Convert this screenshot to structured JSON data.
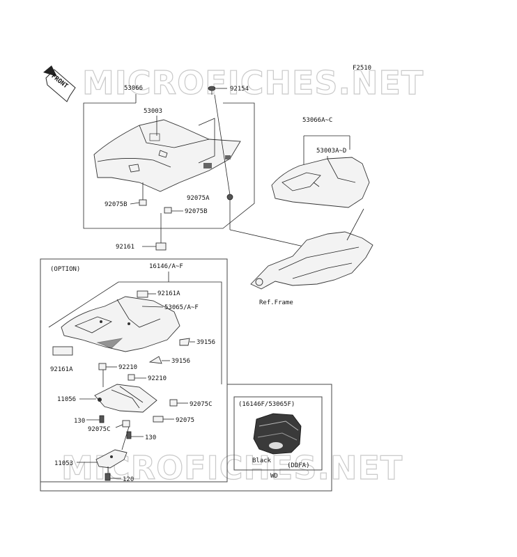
{
  "figure_code": "F2510",
  "watermark": "MICROFICHES.NET",
  "front_arrow": "FRONT",
  "option_label": "(OPTION)",
  "ref_frame": "Ref.Frame",
  "variant_box": {
    "title": "(16146F/53065F)",
    "color": "Black",
    "code": "(DDFA)",
    "region": "WD"
  },
  "labels": {
    "p53066": "53066",
    "p92154": "92154",
    "p53003": "53003",
    "p53066AC": "53066A~C",
    "p53003AD": "53003A~D",
    "p92075B_1": "92075B",
    "p92075B_2": "92075B",
    "p92075A": "92075A",
    "p92161": "92161",
    "p16146AF": "16146/A~F",
    "p92161A_1": "92161A",
    "p53065AF": "53065/A~F",
    "p39156_1": "39156",
    "p39156_2": "39156",
    "p92161A_2": "92161A",
    "p92210_1": "92210",
    "p92210_2": "92210",
    "p11056": "11056",
    "p92075C_1": "92075C",
    "p130_1": "130",
    "p92075": "92075",
    "p92075C_2": "92075C",
    "p130_2": "130",
    "p11053": "11053",
    "p120": "120"
  }
}
